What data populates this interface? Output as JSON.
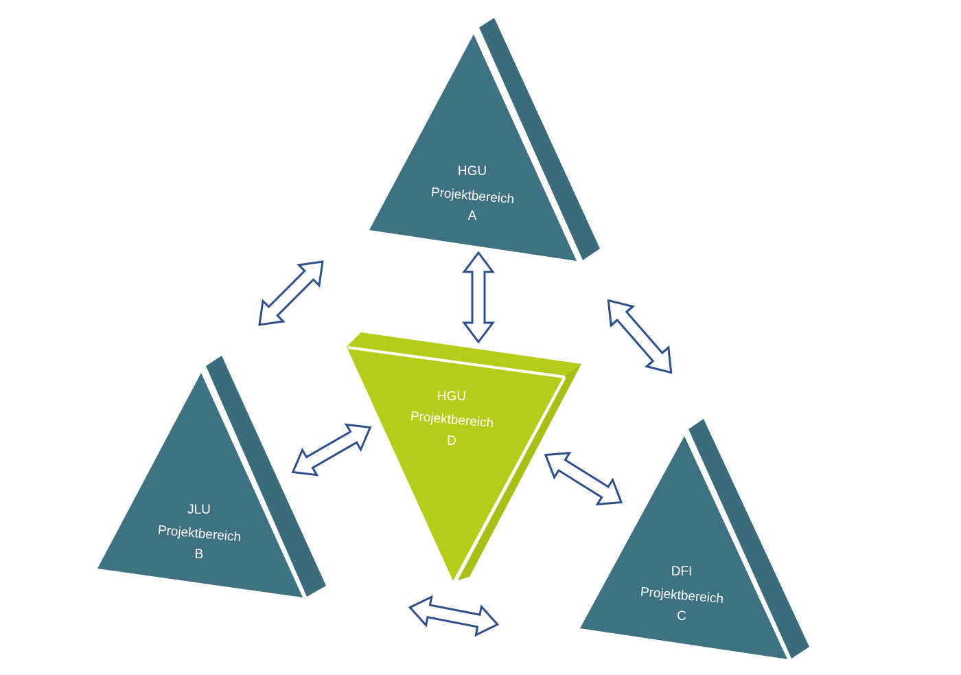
{
  "colors": {
    "teal": "#3e7282",
    "teal_side": "#3a6c7b",
    "green": "#b5cc18",
    "green_side": "#a9bf16",
    "arrow": "#2f4f8c"
  },
  "nodes": {
    "a": {
      "org": "HGU",
      "area": "Projektbereich",
      "letter": "A"
    },
    "b": {
      "org": "JLU",
      "area": "Projektbereich",
      "letter": "B"
    },
    "c": {
      "org": "DFI",
      "area": "Projektbereich",
      "letter": "C"
    },
    "d": {
      "org": "HGU",
      "area": "Projektbereich",
      "letter": "D"
    }
  }
}
